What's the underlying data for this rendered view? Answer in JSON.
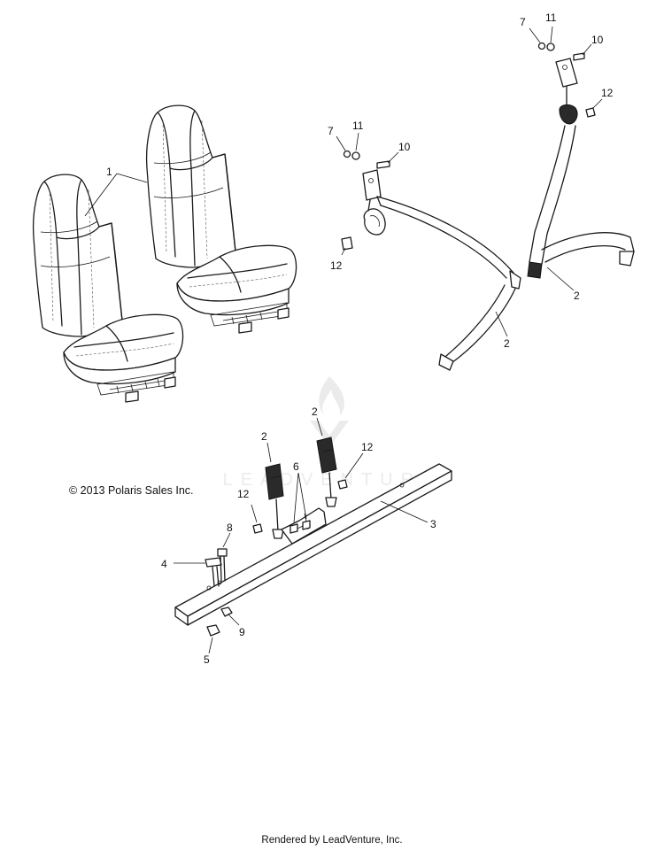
{
  "copyright": "© 2013 Polaris Sales Inc.",
  "footer": "Rendered by LeadVenture, Inc.",
  "watermark": "LEADVENTURE",
  "callouts": [
    {
      "id": "c-1",
      "label": "1"
    },
    {
      "id": "c-2a",
      "label": "2"
    },
    {
      "id": "c-2b",
      "label": "2"
    },
    {
      "id": "c-2c",
      "label": "2"
    },
    {
      "id": "c-2d",
      "label": "2"
    },
    {
      "id": "c-3",
      "label": "3"
    },
    {
      "id": "c-4",
      "label": "4"
    },
    {
      "id": "c-5",
      "label": "5"
    },
    {
      "id": "c-6",
      "label": "6"
    },
    {
      "id": "c-7a",
      "label": "7"
    },
    {
      "id": "c-7b",
      "label": "7"
    },
    {
      "id": "c-8",
      "label": "8"
    },
    {
      "id": "c-9",
      "label": "9"
    },
    {
      "id": "c-10a",
      "label": "10"
    },
    {
      "id": "c-10b",
      "label": "10"
    },
    {
      "id": "c-11a",
      "label": "11"
    },
    {
      "id": "c-11b",
      "label": "11"
    },
    {
      "id": "c-12a",
      "label": "12"
    },
    {
      "id": "c-12b",
      "label": "12"
    },
    {
      "id": "c-12c",
      "label": "12"
    },
    {
      "id": "c-12d",
      "label": "12"
    }
  ]
}
